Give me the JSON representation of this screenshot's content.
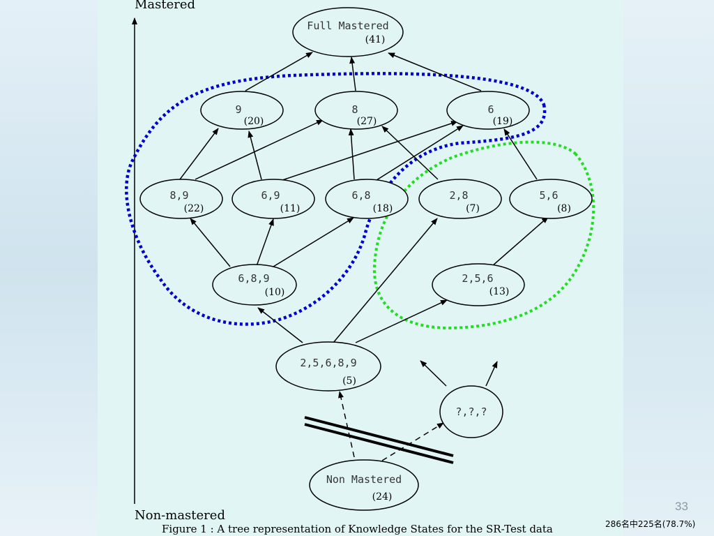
{
  "axis": {
    "top_label": "Mastered",
    "bottom_label": "Non-mastered"
  },
  "caption": "Figure 1 : A tree representation of Knowledge States for the SR-Test data",
  "page_number": "33",
  "stat_text": "286名中225名(78.7%)",
  "colors": {
    "blue_group": "#0000cc",
    "green_group": "#22dd22",
    "node_fill": "#e0f5f4",
    "panel_bg": "#e0f5f4"
  },
  "nodes": {
    "full": {
      "name": "Full Mastered",
      "count": "(41)"
    },
    "n9": {
      "name": "9",
      "count": "(20)"
    },
    "n8": {
      "name": "8",
      "count": "(27)"
    },
    "n6": {
      "name": "6",
      "count": "(19)"
    },
    "n89": {
      "name": "8,9",
      "count": "(22)"
    },
    "n69": {
      "name": "6,9",
      "count": "(11)"
    },
    "n68": {
      "name": "6,8",
      "count": "(18)"
    },
    "n28": {
      "name": "2,8",
      "count": "(7)"
    },
    "n56": {
      "name": "5,6",
      "count": "(8)"
    },
    "n689": {
      "name": "6,8,9",
      "count": "(10)"
    },
    "n256": {
      "name": "2,5,6",
      "count": "(13)"
    },
    "n25689": {
      "name": "2,5,6,8,9",
      "count": "(5)"
    },
    "unknown": {
      "name": "?,?,?"
    },
    "non": {
      "name": "Non Mastered",
      "count": "(24)"
    }
  }
}
